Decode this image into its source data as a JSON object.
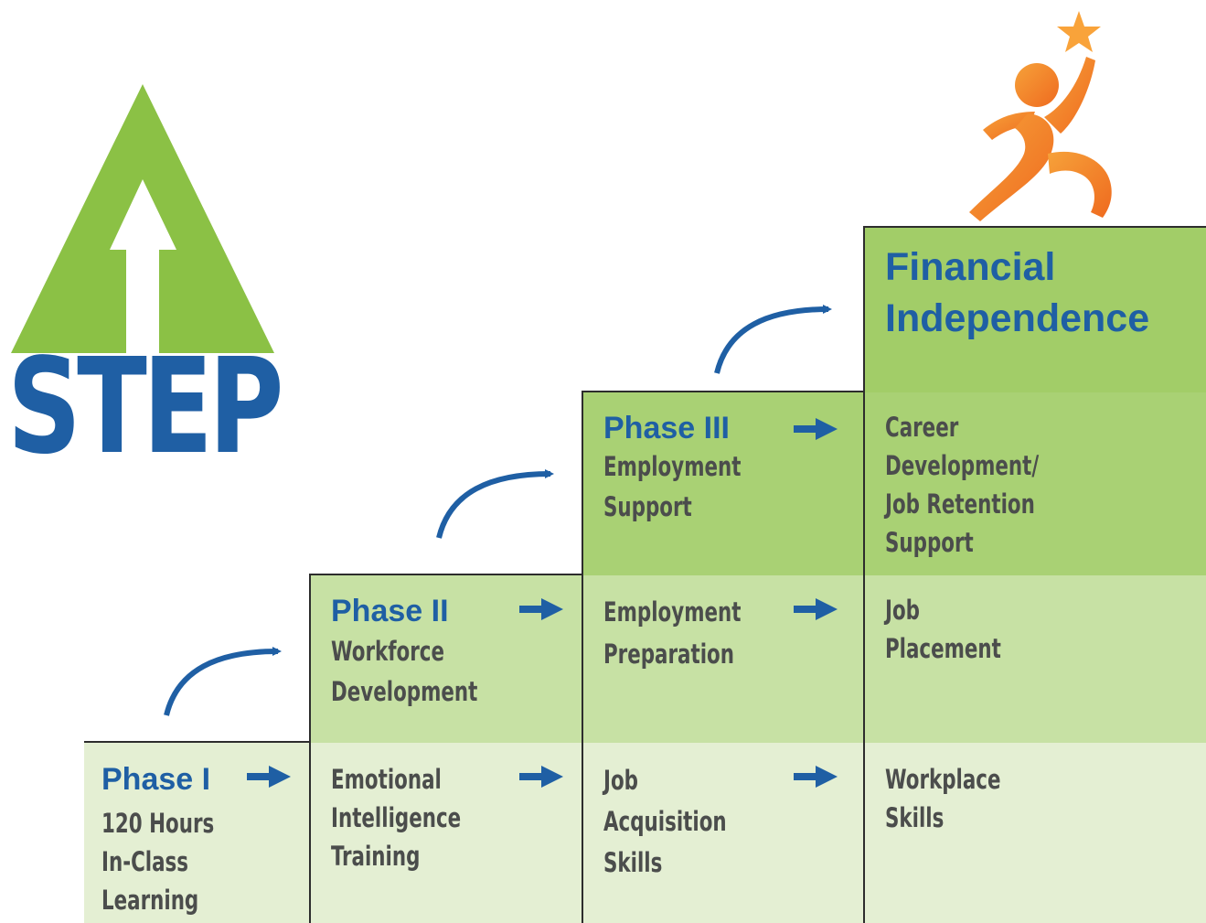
{
  "logo": {
    "word": "STEP",
    "arrow_icon": "up-arrow-triangle-icon"
  },
  "colors": {
    "blue": "#1f5fa4",
    "green": "#8bc145",
    "orange": "#f3872a",
    "text": "#4b4d4c"
  },
  "icons": {
    "figure": "reaching-person-icon",
    "star": "star-icon",
    "arrow": "right-arrow-icon",
    "curve": "curved-arrow-icon"
  },
  "phase1": {
    "title": "Phase I",
    "body": "120 Hours\nIn-Class\nLearning"
  },
  "phase2": {
    "title": "Phase II",
    "body": "Workforce\nDevelopment"
  },
  "phase3": {
    "title": "Phase III",
    "body": "Employment\nSupport"
  },
  "goal": {
    "title": "Financial\nIndependence"
  },
  "steps": {
    "emotional": "Emotional\nIntelligence\nTraining",
    "job_acquisition": "Job\nAcquisition\nSkills",
    "workplace": "Workplace\nSkills",
    "employment_prep": "Employment\nPreparation",
    "job_placement": "Job\nPlacement",
    "career": "Career\nDevelopment/\nJob Retention\nSupport"
  }
}
